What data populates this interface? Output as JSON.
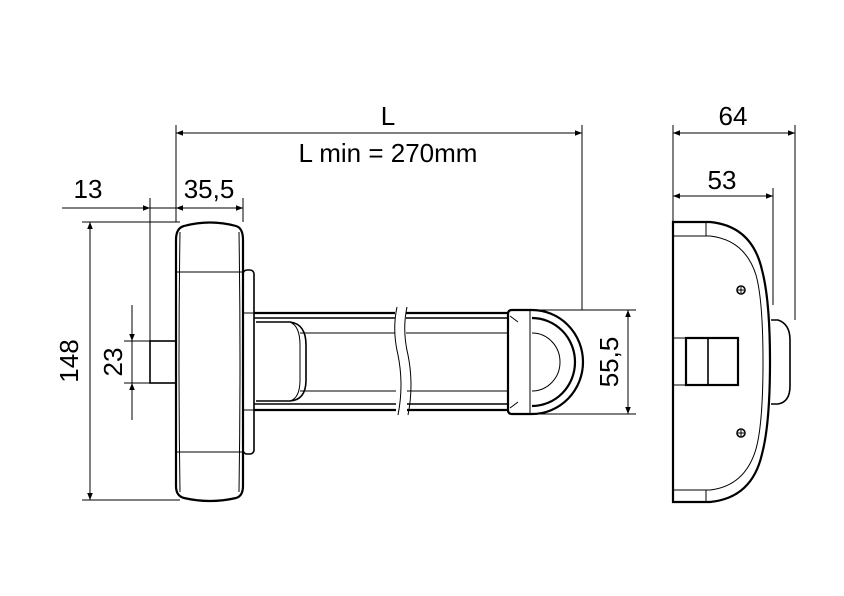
{
  "drawing": {
    "length_label": "L",
    "length_min_label": "L min = 270mm",
    "dim_13": "13",
    "dim_35_5": "35,5",
    "dim_148": "148",
    "dim_23": "23",
    "dim_55_5": "55,5",
    "dim_64": "64",
    "dim_53": "53"
  }
}
